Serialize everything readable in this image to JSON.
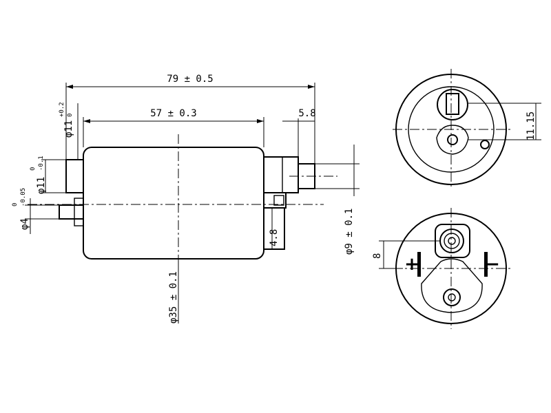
{
  "dimensions": {
    "overall_length": "79 ± 0.5",
    "body_length": "57 ± 0.3",
    "outlet_length": "5.8",
    "phi11": "φ11",
    "phi11_tol_upper": "+0.2",
    "phi11_tol_lower": "0",
    "phi11_b": "φ11",
    "phi11_b_tol_upper": "0",
    "phi11_b_tol_lower": "-0.1",
    "phi4": "φ4",
    "phi4_tol_upper": "0",
    "phi4_tol_lower": "-0.05",
    "phi35": "φ35 ± 0.1",
    "phi9": "φ9 ± 0.1",
    "terminal_height": "4.8",
    "end_offset": "11.15",
    "terminal_offset": "8"
  },
  "terminals": {
    "positive": "+",
    "negative": "−"
  }
}
